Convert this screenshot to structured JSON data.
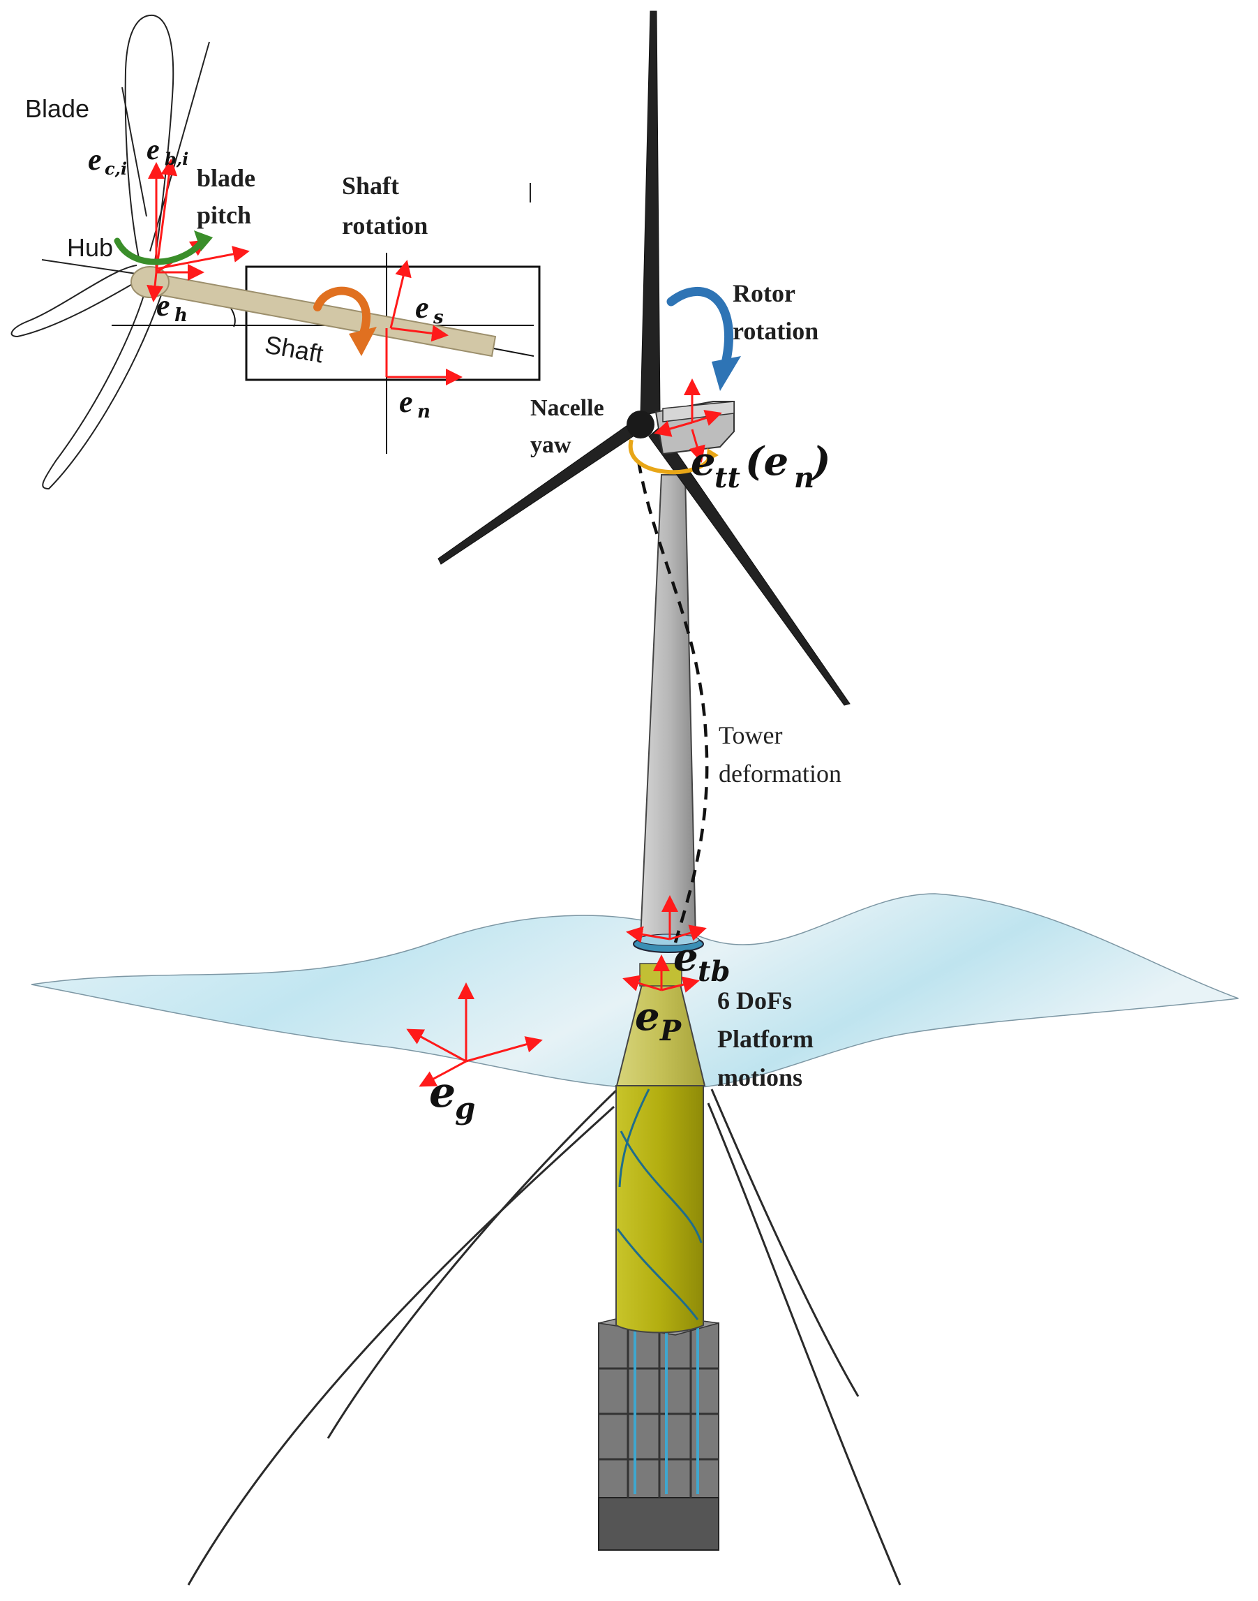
{
  "colors": {
    "tower": "#b9b9b9",
    "tower_shade": "#8c8c8c",
    "blade": "#1f1f1f",
    "spar": "#b8b419",
    "spar_top": "#c9c64e",
    "water": "#cfe9f2",
    "basket": "#6f6f6f",
    "axis": "#ff1a1a",
    "rotor_arrow": "#2e74b5",
    "shaft_arrow": "#e07020",
    "pitch_arrow": "#3a8e2a",
    "yaw_arrow": "#e8a617",
    "shaft_fill": "#d2c7a6"
  },
  "inset": {
    "blade_label": "Blade",
    "hub_label": "Hub",
    "shaft_label": "Shaft",
    "blade_pitch_line1": "blade",
    "blade_pitch_line2": "pitch",
    "shaft_rotation_line1": "Shaft",
    "shaft_rotation_line2": "rotation",
    "e_c": "e",
    "e_c_sub": "c,i",
    "e_b": "e",
    "e_b_sub": "b,i",
    "e_h": "e",
    "e_h_sub": "h",
    "e_s": "e",
    "e_s_sub": "s",
    "e_n": "e",
    "e_n_sub": "n"
  },
  "main": {
    "rotor_rotation_line1": "Rotor",
    "rotor_rotation_line2": "rotation",
    "nacelle_yaw_line1": "Nacelle",
    "nacelle_yaw_line2": "yaw",
    "e_tt": "e",
    "e_tt_sub": "tt",
    "e_tt_paren": "(e",
    "e_tt_paren_sub": "n",
    "e_tt_close": ")",
    "tower_deformation_line1": "Tower",
    "tower_deformation_line2": "deformation",
    "e_tb": "e",
    "e_tb_sub": "tb",
    "e_p": "e",
    "e_p_sub": "P",
    "platform_line1": "6 DoFs",
    "platform_line2": "Platform",
    "platform_line3": "motions",
    "e_g": "e",
    "e_g_sub": "g"
  }
}
